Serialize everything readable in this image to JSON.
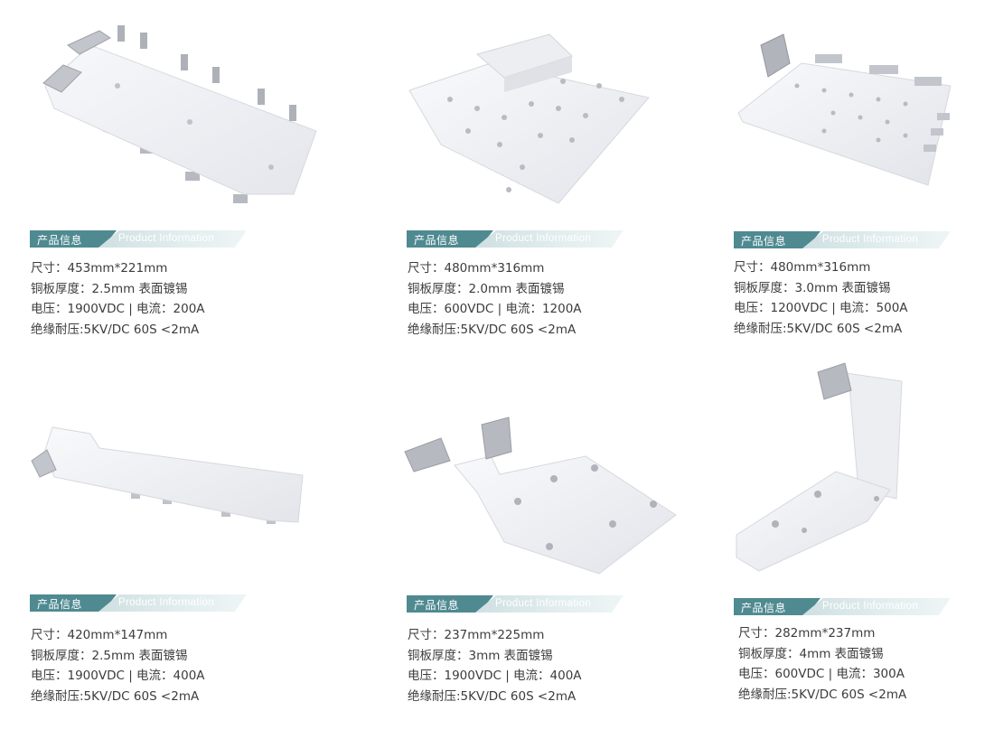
{
  "tag": {
    "cn": "产品信息",
    "en": "Product Information"
  },
  "products": [
    {
      "specs": [
        "尺寸：453mm*221mm",
        "铜板厚度：2.5mm 表面镀锡",
        "电压：1900VDC | 电流：200A",
        "绝缘耐压:5KV/DC 60S <2mA"
      ]
    },
    {
      "specs": [
        "尺寸：480mm*316mm",
        "铜板厚度：2.0mm 表面镀锡",
        "电压：600VDC | 电流：1200A",
        "绝缘耐压:5KV/DC 60S <2mA"
      ]
    },
    {
      "specs": [
        "尺寸：480mm*316mm",
        "铜板厚度：3.0mm 表面镀锡",
        "电压：1200VDC | 电流：500A",
        "绝缘耐压:5KV/DC 60S <2mA"
      ]
    },
    {
      "specs": [
        "尺寸：420mm*147mm",
        "铜板厚度：2.5mm 表面镀锡",
        "电压：1900VDC | 电流：400A",
        "绝缘耐压:5KV/DC 60S <2mA"
      ]
    },
    {
      "specs": [
        "尺寸：237mm*225mm",
        "铜板厚度：3mm 表面镀锡",
        "电压：1900VDC | 电流：400A",
        "绝缘耐压:5KV/DC 60S <2mA"
      ]
    },
    {
      "specs": [
        "尺寸：282mm*237mm",
        "铜板厚度：4mm 表面镀锡",
        "电压：600VDC | 电流：300A",
        "绝缘耐压:5KV/DC 60S <2mA"
      ]
    }
  ],
  "colors": {
    "tag_dark": "#4f8a91",
    "tag_light": "#dbe8ea",
    "plate": "#f1f2f6",
    "metal": "#b9bcc2"
  }
}
